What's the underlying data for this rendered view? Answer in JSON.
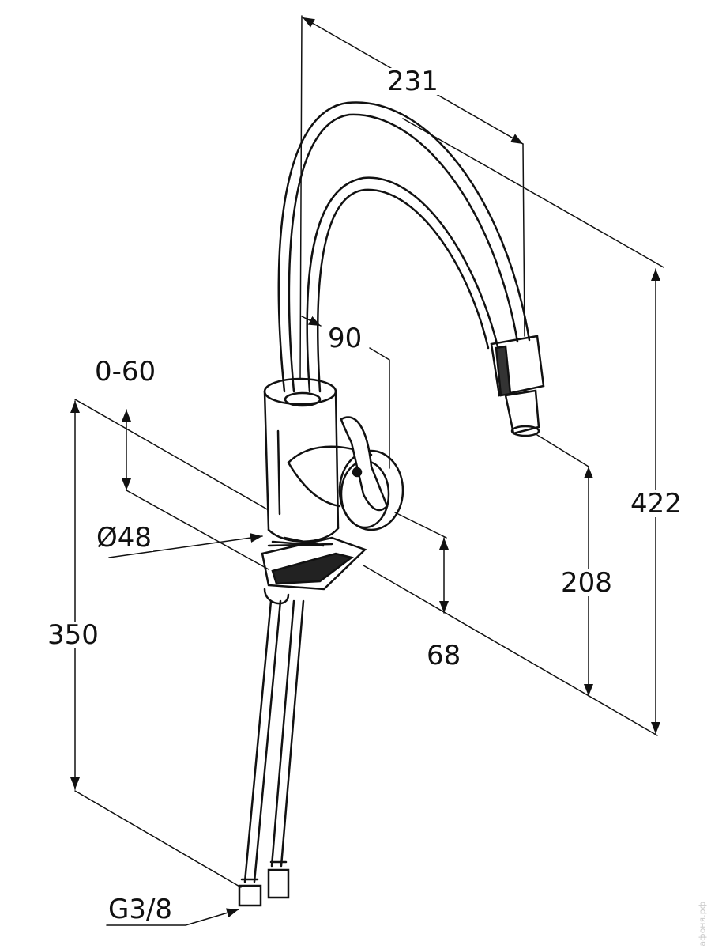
{
  "dimensions": {
    "spout_reach": "231",
    "swivel_angle": "90",
    "countertop_thickness": "0-60",
    "base_diameter": "Ø48",
    "hose_length": "350",
    "lever_height": "68",
    "outlet_height": "208",
    "total_height": "422",
    "connection_thread": "G3/8"
  },
  "watermark": "афоня.рф"
}
